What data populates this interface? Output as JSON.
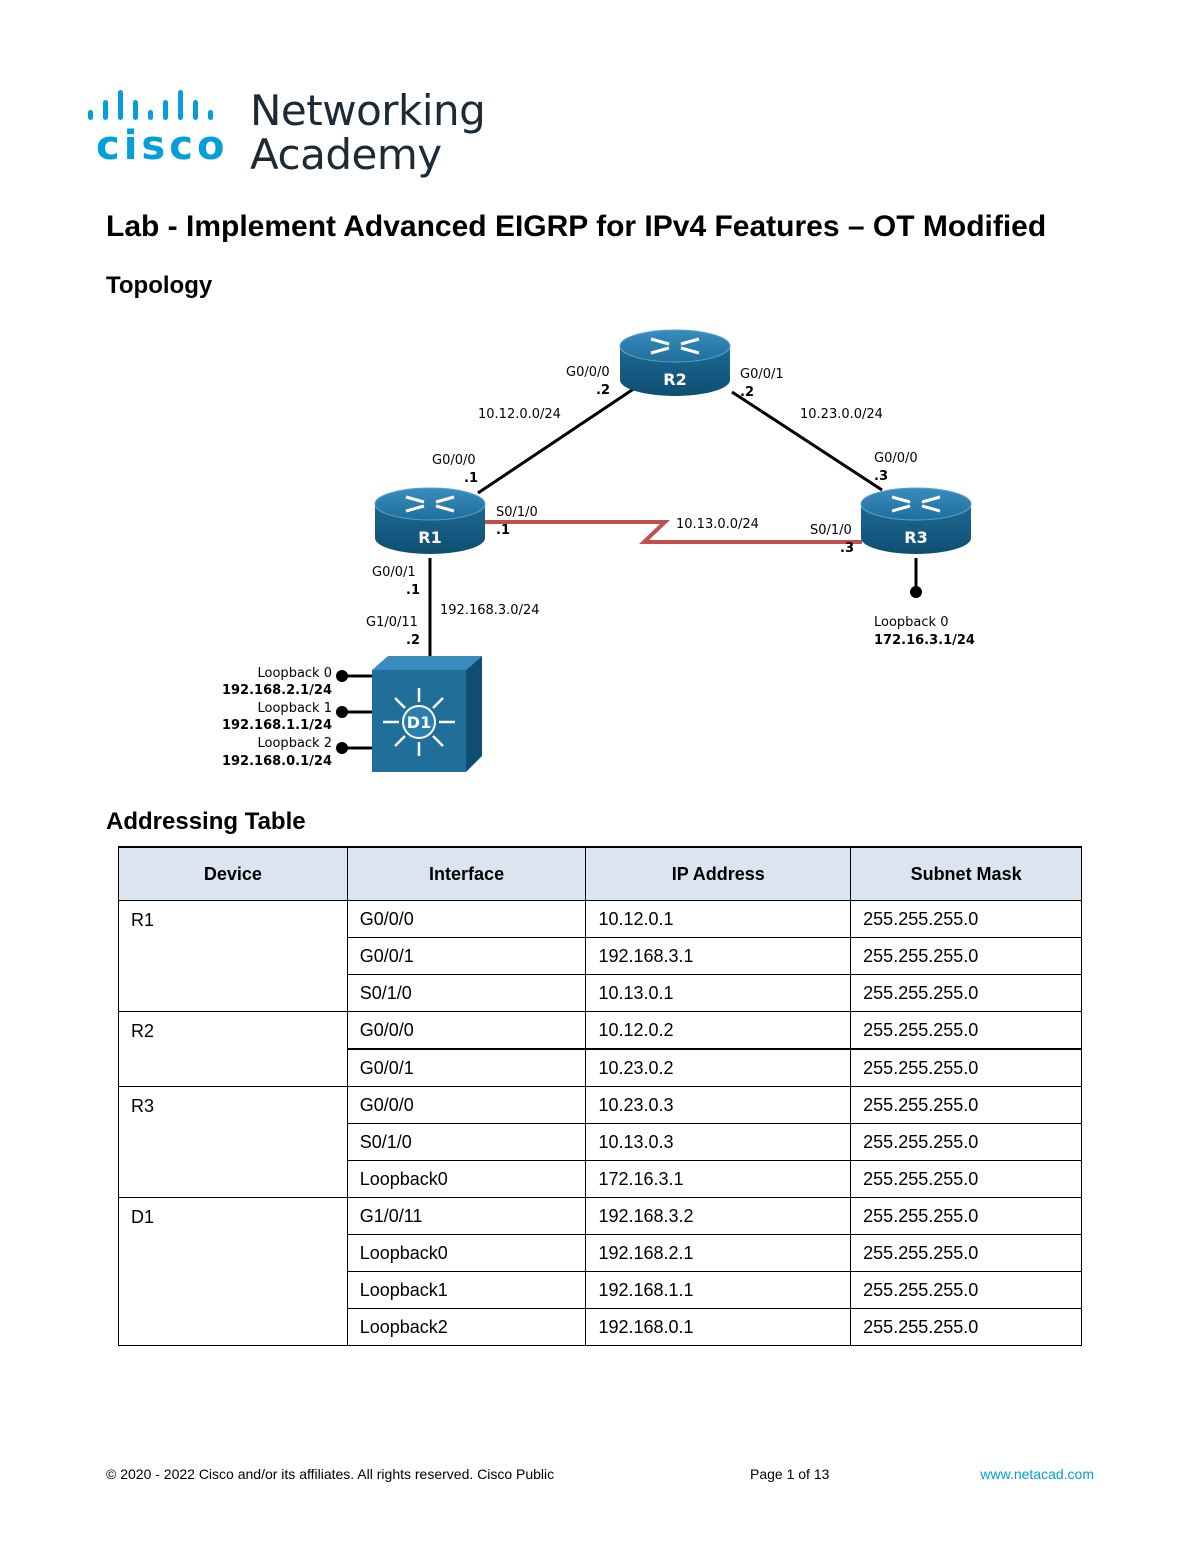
{
  "logo": {
    "brand": "cisco",
    "line1": "Networking",
    "line2": "Academy",
    "brand_color": "#049fd9"
  },
  "title": "Lab - Implement Advanced EIGRP for IPv4 Features – OT Modified",
  "sections": {
    "topology": "Topology",
    "addressing": "Addressing Table"
  },
  "topology": {
    "devices": {
      "r1": "R1",
      "r2": "R2",
      "r3": "R3",
      "d1": "D1"
    },
    "labels": {
      "r2_g000_if": "G0/0/0",
      "r2_g000_ip": ".2",
      "r2_g001_if": "G0/0/1",
      "r2_g001_ip": ".2",
      "net_12": "10.12.0.0/24",
      "net_23": "10.23.0.0/24",
      "r1_g000_if": "G0/0/0",
      "r1_g000_ip": ".1",
      "r1_s010_if": "S0/1/0",
      "r1_s010_ip": ".1",
      "net_13": "10.13.0.0/24",
      "r3_s010_if": "S0/1/0",
      "r3_s010_ip": ".3",
      "r3_g000_if": "G0/0/0",
      "r3_g000_ip": ".3",
      "r1_g001_if": "G0/0/1",
      "r1_g001_ip": ".1",
      "net_192_3": "192.168.3.0/24",
      "d1_g1011_if": "G1/0/11",
      "d1_g1011_ip": ".2",
      "r3_lo0_name": "Loopback 0",
      "r3_lo0_ip": "172.16.3.1/24",
      "d1_lo0_name": "Loopback 0",
      "d1_lo0_ip": "192.168.2.1/24",
      "d1_lo1_name": "Loopback 1",
      "d1_lo1_ip": "192.168.1.1/24",
      "d1_lo2_name": "Loopback 2",
      "d1_lo2_ip": "192.168.0.1/24"
    },
    "colors": {
      "serial_link": "#c0504d",
      "router": "#1f6f9a",
      "ethernet_link": "#000000"
    }
  },
  "table": {
    "headers": [
      "Device",
      "Interface",
      "IP Address",
      "Subnet Mask"
    ],
    "groups": [
      {
        "device": "R1",
        "rows": [
          [
            "G0/0/0",
            "10.12.0.1",
            "255.255.255.0"
          ],
          [
            "G0/0/1",
            "192.168.3.1",
            "255.255.255.0"
          ],
          [
            "S0/1/0",
            "10.13.0.1",
            "255.255.255.0"
          ]
        ]
      },
      {
        "device": "R2",
        "rows": [
          [
            "G0/0/0",
            "10.12.0.2",
            "255.255.255.0"
          ],
          [
            "G0/0/1",
            "10.23.0.2",
            "255.255.255.0"
          ]
        ]
      },
      {
        "device": "R3",
        "rows": [
          [
            "G0/0/0",
            "10.23.0.3",
            "255.255.255.0"
          ],
          [
            "S0/1/0",
            "10.13.0.3",
            "255.255.255.0"
          ],
          [
            "Loopback0",
            "172.16.3.1",
            "255.255.255.0"
          ]
        ]
      },
      {
        "device": "D1",
        "rows": [
          [
            "G1/0/11",
            "192.168.3.2",
            "255.255.255.0"
          ],
          [
            "Loopback0",
            "192.168.2.1",
            "255.255.255.0"
          ],
          [
            "Loopback1",
            "192.168.1.1",
            "255.255.255.0"
          ],
          [
            "Loopback2",
            "192.168.0.1",
            "255.255.255.0"
          ]
        ]
      }
    ]
  },
  "footer": {
    "copyright": "© 2020 - 2022 Cisco and/or its affiliates. All rights reserved. Cisco Public",
    "page": "Page 1 of 13",
    "url": "www.netacad.com"
  }
}
